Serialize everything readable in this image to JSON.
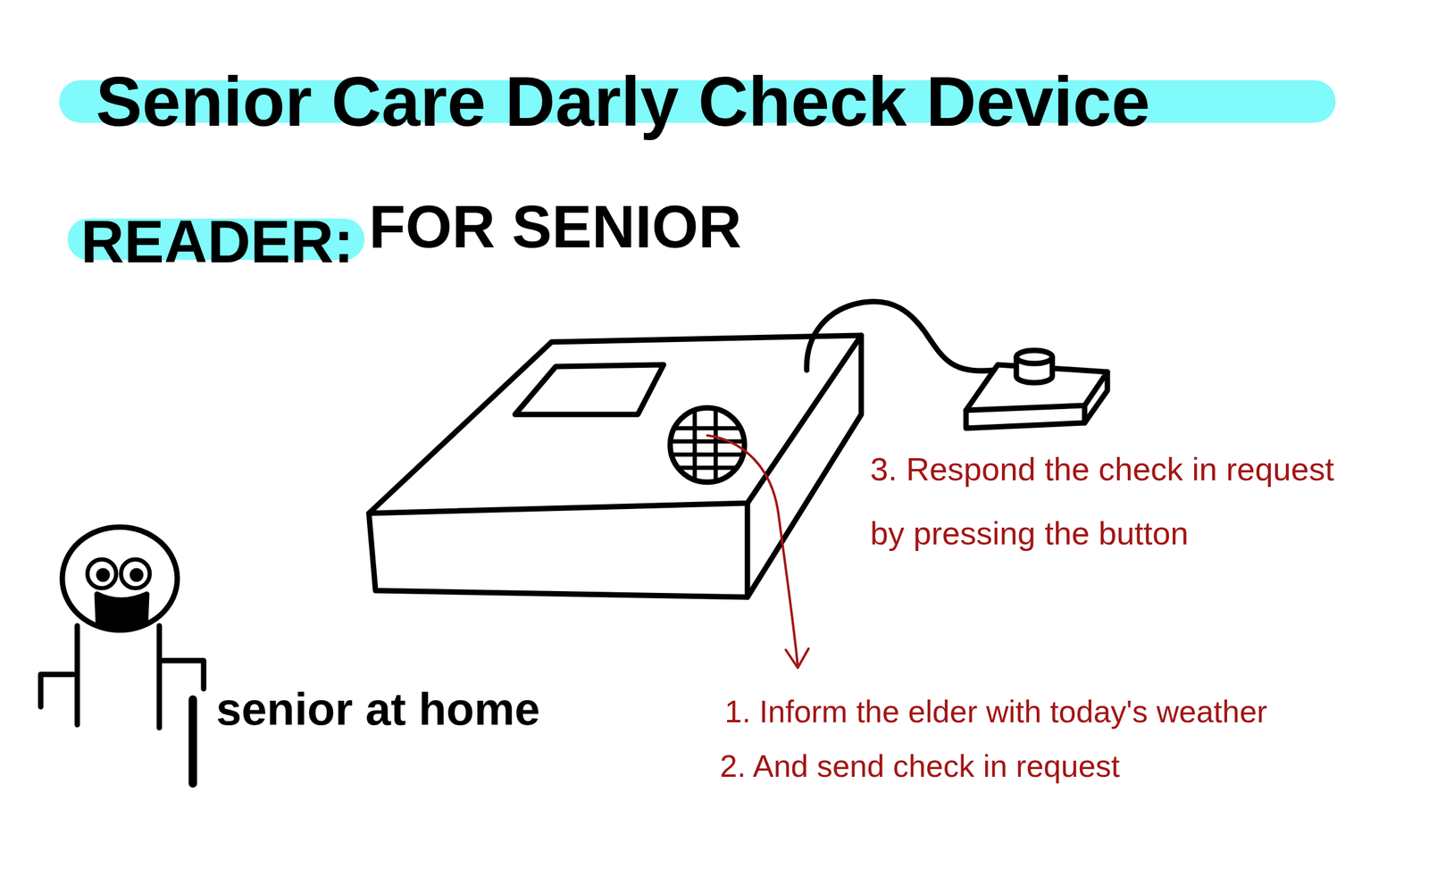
{
  "diagram": {
    "title": "Senior Care Darly Check Device",
    "labels": [
      "READER:",
      "FOR SENIOR",
      "3. Respond the check in request by pressing the button",
      "1. Inform the elder with today's weather",
      "2. And send check in request",
      "senior at home"
    ]
  }
}
